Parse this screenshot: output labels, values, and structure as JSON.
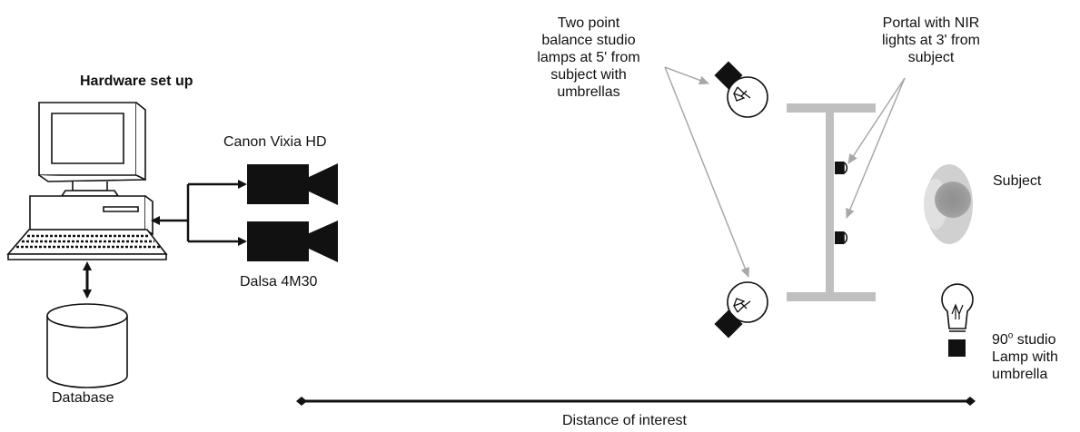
{
  "hardware": {
    "title": "Hardware set up",
    "camera1_label": "Canon Vixia HD",
    "camera2_label": "Dalsa 4M30",
    "database_label": "Database"
  },
  "scene": {
    "lamps_label": [
      "Two point",
      "balance studio",
      "lamps at 5' from",
      "subject with",
      "umbrellas"
    ],
    "portal_label": [
      "Portal with NIR",
      "lights at 3' from",
      "subject"
    ],
    "subject_label": "Subject",
    "studio_lamp_label": {
      "line1_value": "90",
      "line1_degree": "o",
      "line1_rest": " studio",
      "line2": "Lamp with",
      "line3": "umbrella"
    },
    "distance_label": "Distance of interest"
  },
  "colors": {
    "ink": "#111111",
    "portal_gray": "#bfbfbf",
    "arrow_gray": "#b0b0b0",
    "subject_dark": "#8a8a8a",
    "subject_light": "#cfcfcf"
  }
}
